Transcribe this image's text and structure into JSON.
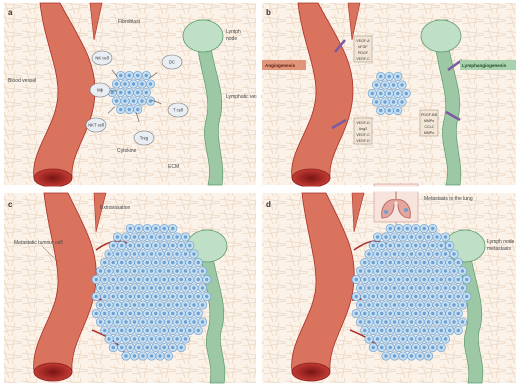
{
  "figure": {
    "panels": [
      {
        "letter": "a",
        "labels": {
          "blood_vessel": "Blood vessel",
          "fibroblast": "Fibroblast",
          "lymph_node": "Lymph node",
          "lymphatic_vessel": "Lymphatic vessel",
          "cytokine": "Cytokine",
          "ecm": "ECM"
        },
        "cell_tags": [
          "NK cell",
          "Mϕ",
          "NKT cell",
          "DC",
          "T cell",
          "Treg"
        ]
      },
      {
        "letter": "b",
        "tags": {
          "angiogenesis": "Angiogenesis",
          "lymphangiogenesis": "Lymphangiogenesis"
        },
        "factor_labels": [
          "VEGF-A",
          "bFGF",
          "PDGF",
          "VEGF-C",
          "VEGF-D",
          "Ang2",
          "VEGF-C",
          "VEGF-D",
          "PDGF-BB",
          "MMPs",
          "CCL2",
          "MMPs"
        ]
      },
      {
        "letter": "c",
        "labels": {
          "metastatic_cell": "Metastatic tumour cell",
          "extravasation": "Extravasation"
        }
      },
      {
        "letter": "d",
        "labels": {
          "lung": "Lung",
          "metastasis_lung": "Metastasis to the lung",
          "lymph_node_met": "Lymph node metastasis"
        }
      }
    ],
    "colors": {
      "blood_vessel": "#d9735e",
      "vessel_dark": "#a8302b",
      "lymphatic": "#9cc8a6",
      "tumour_cell": "#b8d8f0",
      "tumour_nucleus": "#5f93c4",
      "ecm_fibre": "#e9cfb5",
      "angiogenesis_tag": "#e0957b",
      "lymphangio_tag": "#a9d1ad"
    }
  }
}
